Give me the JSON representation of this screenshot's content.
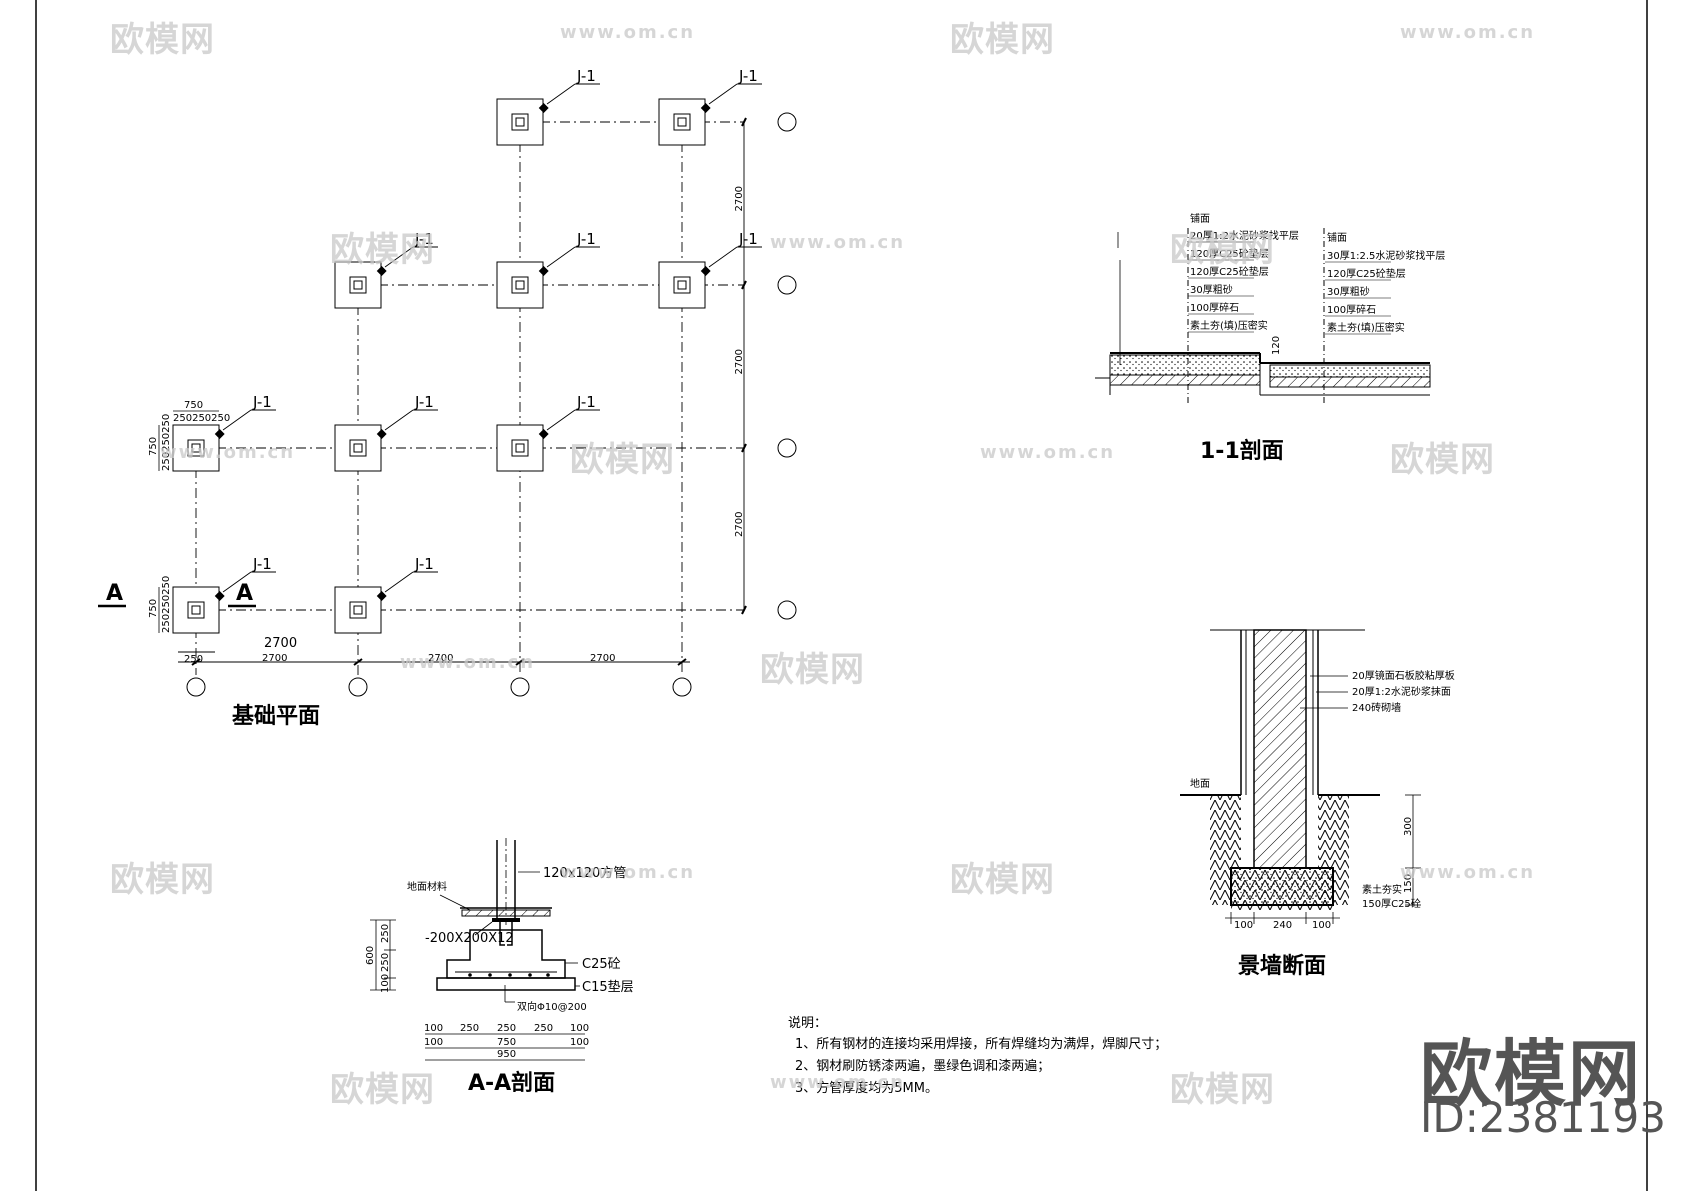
{
  "plan": {
    "title": "基础平面",
    "footing_label": "J-1",
    "dim_750": "750",
    "dim_250": "250",
    "dim_2700": "2700",
    "section_mark": "A"
  },
  "section_11": {
    "title": "1-1剖面",
    "left_header": "铺面",
    "left_layers": [
      "20厚1:2水泥砂浆找平层",
      "120厚C25砼垫层",
      "120厚C25砼垫层",
      "30厚粗砂",
      "100厚碎石",
      "素土夯(填)压密实"
    ],
    "right_header": "铺面",
    "right_layers": [
      "30厚1:2.5水泥砂浆找平层",
      "120厚C25砼垫层",
      "30厚粗砂",
      "100厚碎石",
      "素土夯(填)压密实"
    ],
    "step_dim": "120"
  },
  "wall": {
    "title": "景墙断面",
    "layers": [
      "20厚镜面石板胶粘厚板",
      "20厚1:2水泥砂浆抹面",
      "240砖砌墙"
    ],
    "ground_label": "地面",
    "soil_label": "素土夯实",
    "base_label": "150厚C25砼",
    "dim_300": "300",
    "dim_150": "150",
    "dim_100": "100",
    "dim_240": "240"
  },
  "section_aa": {
    "title": "A-A剖面",
    "pipe_label": "120x120方管",
    "finish_label": "地面材料",
    "plate_label": "-200X200X12",
    "c25_label": "C25砼",
    "c15_label": "C15垫层",
    "rebar_label": "双向Φ10@200",
    "dim_600": "600",
    "dim_250": "250",
    "dim_100": "100",
    "dim_750": "750",
    "dim_950": "950"
  },
  "notes": {
    "heading": "说明：",
    "lines": [
      "1、所有钢材的连接均采用焊接，所有焊缝均为满焊，焊脚尺寸；",
      "2、钢材刷防锈漆两遍，墨绿色调和漆两遍；",
      "3、方管厚度均为5MM。"
    ]
  },
  "watermark": {
    "logo": "欧模网",
    "url": "www.om.cn"
  },
  "brand": {
    "name": "欧模网",
    "id": "ID:2381193"
  }
}
